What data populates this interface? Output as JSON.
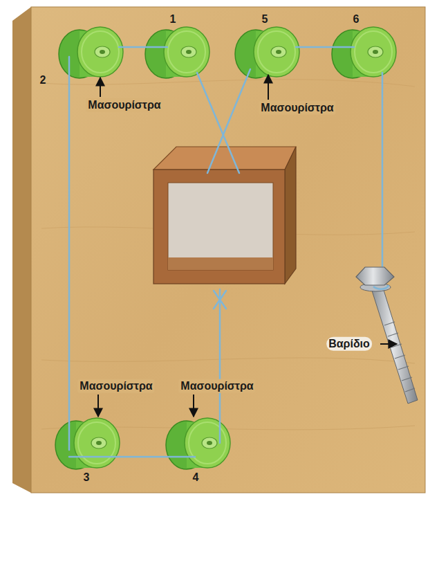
{
  "diagram": {
    "labels": [
      "1",
      "5",
      "6",
      "2",
      "Μασουρίστρα",
      "Μασουρίστρα",
      "Βαρίδιο",
      "Μασουρίστρα",
      "Μασουρίστρα",
      "3",
      "4"
    ]
  }
}
